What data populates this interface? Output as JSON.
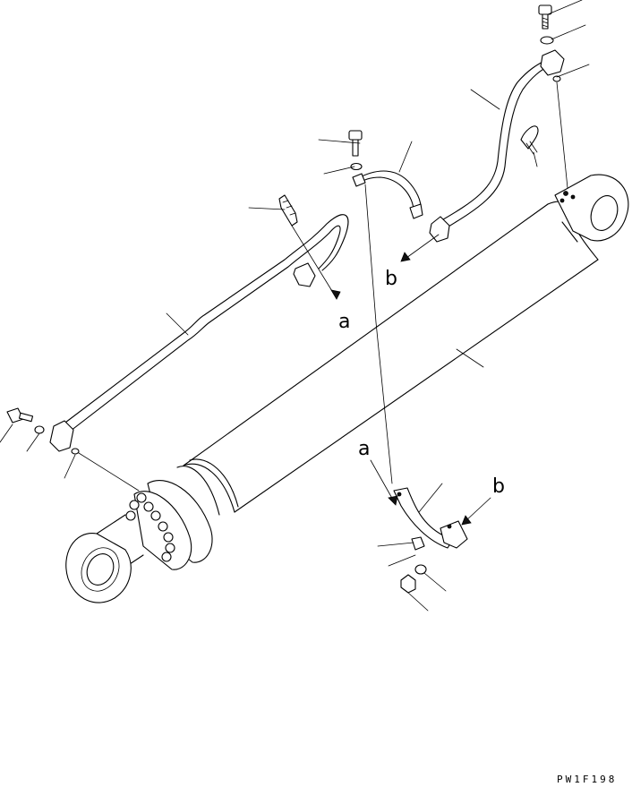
{
  "callouts": {
    "a_upper": "a",
    "b_upper": "b",
    "a_lower": "a",
    "b_lower": "b"
  },
  "drawing_code": "PW1F198"
}
